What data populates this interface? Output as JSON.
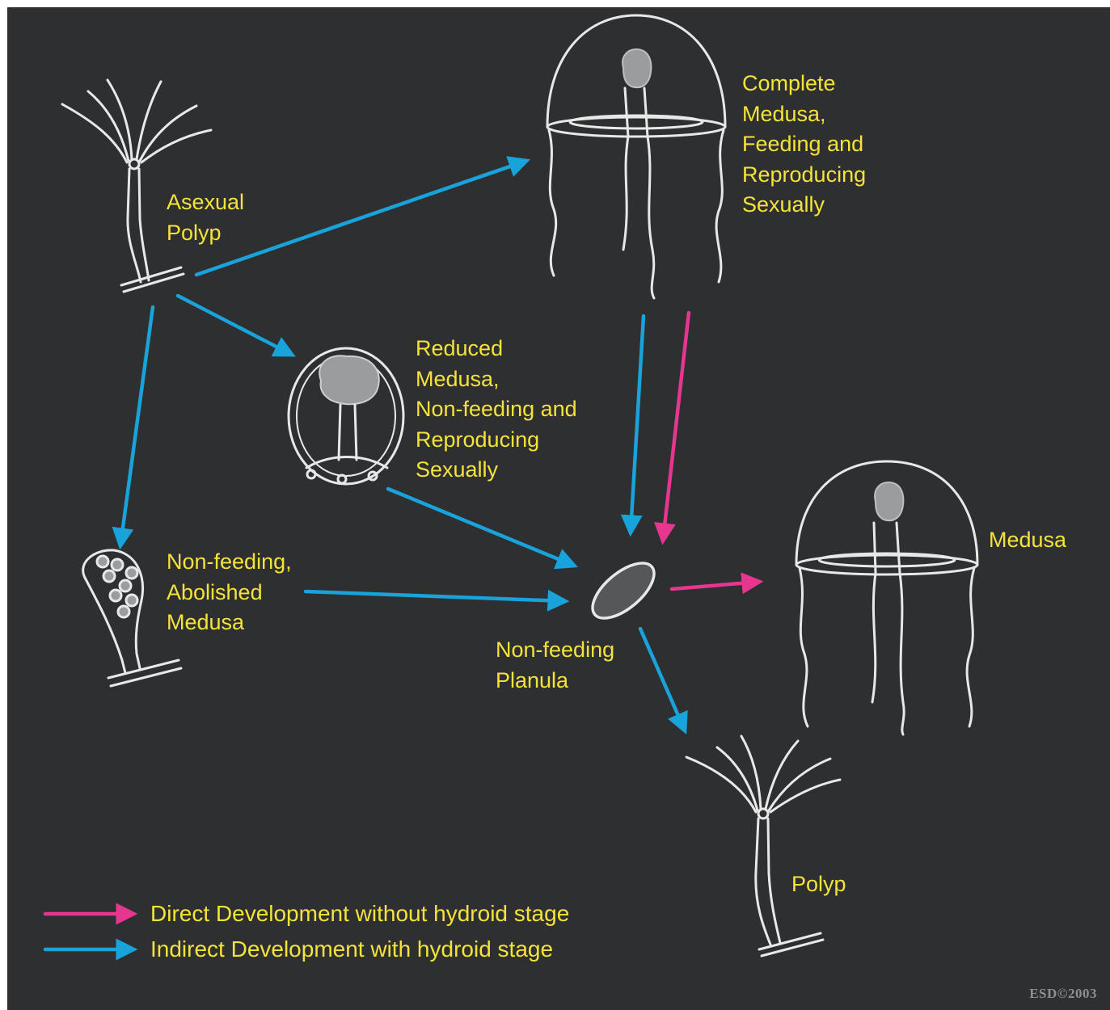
{
  "colors": {
    "background": "#2d2f31",
    "label_text": "#f5e33a",
    "direct_arrow": "#e6368f",
    "indirect_arrow": "#19a3db",
    "outline": "#e8e8e8",
    "fill_grey": "#9a9c9e"
  },
  "labels": {
    "asexual_polyp": [
      "Asexual",
      "Polyp"
    ],
    "complete_medusa": [
      "Complete",
      "Medusa,",
      "Feeding and",
      "Reproducing",
      "Sexually"
    ],
    "reduced_medusa": [
      "Reduced",
      "Medusa,",
      "Non-feeding and",
      "Reproducing",
      "Sexually"
    ],
    "abolished_medusa": [
      "Non-feeding,",
      "Abolished",
      "Medusa"
    ],
    "planula": [
      "Non-feeding",
      "Planula"
    ],
    "medusa": [
      "Medusa"
    ],
    "polyp": [
      "Polyp"
    ]
  },
  "legend": {
    "direct": {
      "label": "Direct Development without hydroid stage",
      "color": "#e6368f"
    },
    "indirect": {
      "label": "Indirect Development with hydroid stage",
      "color": "#19a3db"
    }
  },
  "pathways": [
    {
      "from": "Asexual Polyp",
      "to": "Complete Medusa",
      "kind": "indirect"
    },
    {
      "from": "Asexual Polyp",
      "to": "Reduced Medusa",
      "kind": "indirect"
    },
    {
      "from": "Asexual Polyp",
      "to": "Non-feeding, Abolished Medusa",
      "kind": "indirect"
    },
    {
      "from": "Complete Medusa",
      "to": "Non-feeding Planula",
      "kind": "indirect"
    },
    {
      "from": "Complete Medusa",
      "to": "Non-feeding Planula",
      "kind": "direct"
    },
    {
      "from": "Reduced Medusa",
      "to": "Non-feeding Planula",
      "kind": "indirect"
    },
    {
      "from": "Non-feeding, Abolished Medusa",
      "to": "Non-feeding Planula",
      "kind": "indirect"
    },
    {
      "from": "Non-feeding Planula",
      "to": "Medusa",
      "kind": "direct"
    },
    {
      "from": "Non-feeding Planula",
      "to": "Polyp",
      "kind": "indirect"
    }
  ],
  "credit": "ESD©2003"
}
